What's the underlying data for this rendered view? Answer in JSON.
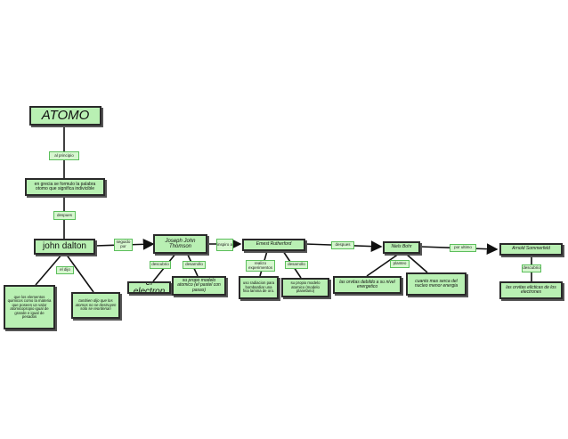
{
  "nodes": {
    "atomo": "ATOMO",
    "grecia": "en grecia se formulo la palabra otomo que significa indivicible",
    "dalton": "john dalton",
    "dalton_left": "que los elementos quimicos como la materia que poseen un valor atomicopropio igual de grande e igual de pesados",
    "dalton_right": "tambien dijo que los atomos no se destruyen solo se reordenan",
    "thomson": "Joseph John Thomson",
    "electron": "el electron",
    "thomson_model": "su propo modelo atomico (el pastel con pasas)",
    "rutherford": "Ernest Rutherford",
    "rutherford_exp": "uso radiacion para bombardiar una fina lamina de oro.",
    "rutherford_model": "su propio modelo atomico (modelo planetario)",
    "bohr": "Niels Bohr",
    "bohr_orbits": "las orvitas debildo a su nivel energetico",
    "bohr_near": "cuanto mas serca del nucleo menor energia",
    "sommerfeld": "Arnold Sommerfeld",
    "sommerfeld_orbits": "las orvitas elicticas de los electrones"
  },
  "links": {
    "al_principio": "al principio",
    "despues_1": "despues",
    "el_dijo": "el dijo",
    "seguido_por": "seguido por",
    "descubrio": "descubrio",
    "desarrollo_1": "desarrollo",
    "inspiro_a": "inspiro a",
    "realizo_experimentos": "realizo experimentos",
    "desarrollo_2": "desarrollo",
    "despues_2": "despues",
    "planteo": "planteo",
    "por_ultimo": "por ultimo",
    "descubrio_2": "descubrio"
  },
  "colors": {
    "node_fill": "#b9f0b3",
    "link_fill": "#d6f7cf",
    "border": "#2a2a2a"
  }
}
